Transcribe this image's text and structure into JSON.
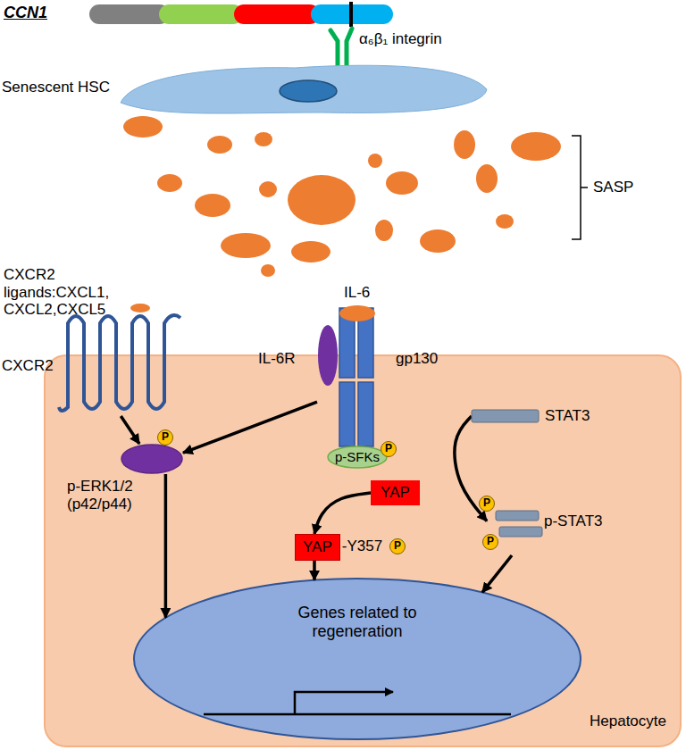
{
  "diagram": {
    "nodes": [
      {
        "text": [
          "Senescent HSC"
        ]
      },
      {
        "text": [
          "CXCR2"
        ]
      },
      {
        "text": [
          "IL-6",
          "IL-6R",
          "gp130"
        ]
      },
      {
        "text": [
          "Hepatocyte"
        ]
      },
      {
        "text": [
          "p-ERK1/2 (p42/p44)"
        ],
        "in": 3
      },
      {
        "text": [
          "p-SFKs"
        ],
        "in": 3
      },
      {
        "text": [
          "STAT3"
        ],
        "in": 3
      },
      {
        "text": [
          "YAP"
        ],
        "in": 3
      },
      {
        "text": [
          "p-STAT3"
        ],
        "in": 3
      },
      {
        "text": [
          "YAP",
          "-Y357"
        ],
        "in": 3
      },
      {
        "text": [
          "Genes related to regeneration"
        ],
        "in": 3
      }
    ],
    "edges": [
      {
        "from": 1,
        "to": 4,
        "arrow": "to"
      },
      {
        "from": 2,
        "to": 4,
        "arrow": "to"
      },
      {
        "from": 4,
        "to": 10,
        "arrow": "to"
      },
      {
        "from": 7,
        "to": 9,
        "arrow": "to"
      },
      {
        "from": 9,
        "to": 10,
        "arrow": "to"
      },
      {
        "from": 6,
        "to": 8,
        "arrow": "to"
      },
      {
        "from": 8,
        "to": 10,
        "arrow": "to"
      }
    ],
    "labels": [
      "CCN1",
      "α₆β₁ integrin",
      "SASP",
      "CXCR2 ligands:CXCL1, CXCL2,CXCL5",
      "P",
      "P",
      "P",
      "P",
      "P"
    ]
  }
}
